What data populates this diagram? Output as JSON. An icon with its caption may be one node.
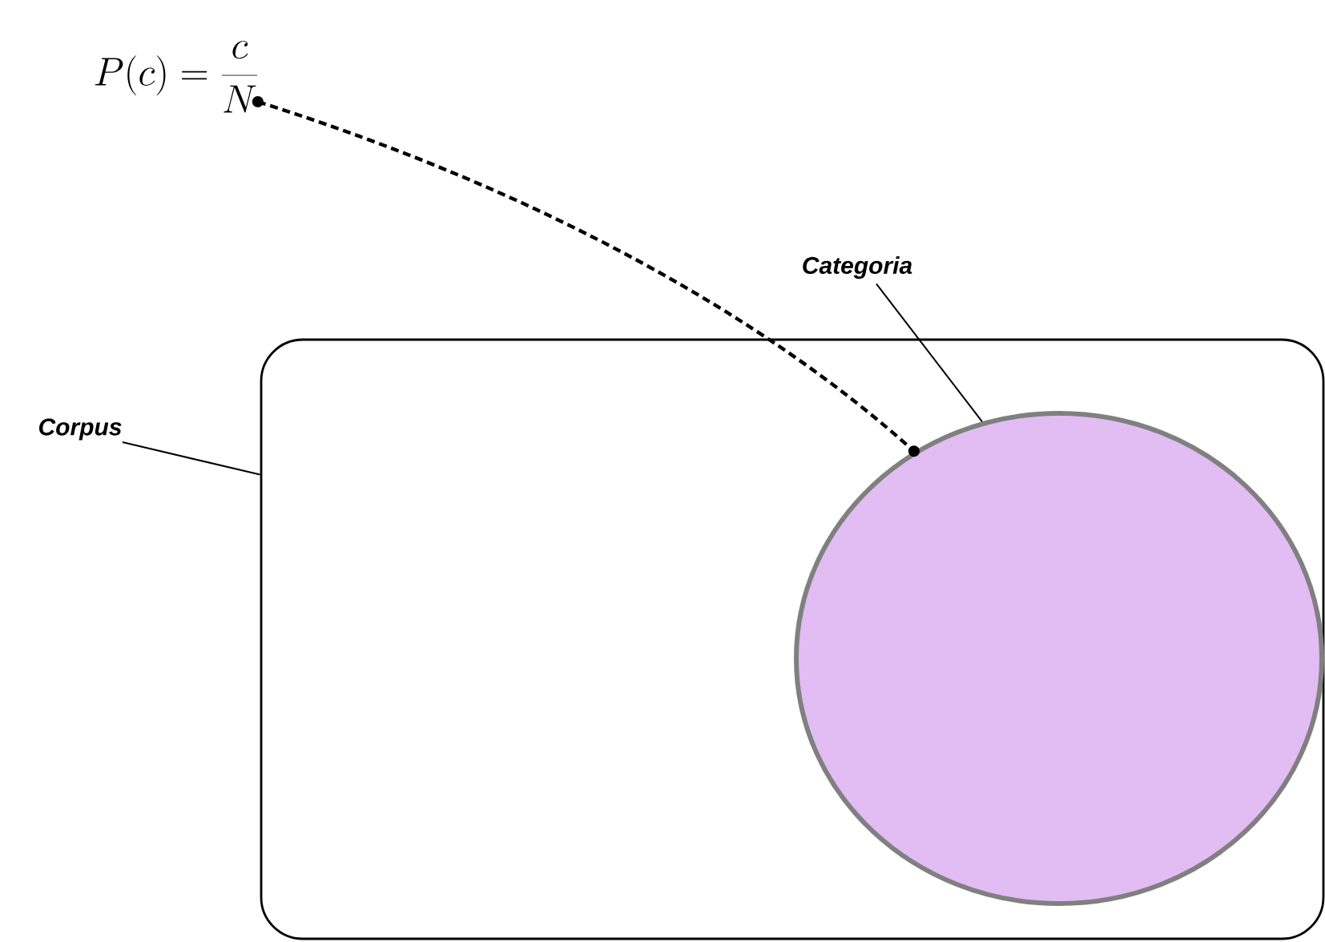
{
  "diagram": {
    "nodes": [
      {
        "text": [
          "P(c) = \\frac{c}{N}"
        ]
      },
      {
        "text": [
          "Categoria"
        ]
      },
      {
        "text": [
          "Corpus"
        ]
      },
      {
        "text": [],
        "shape": "box"
      },
      {
        "text": [],
        "shape": "circle",
        "in": 3
      }
    ],
    "edges": [
      {
        "from": 0,
        "to": 4,
        "arrow": "other",
        "style": "dashed"
      },
      {
        "from": 1,
        "to": 4,
        "arrow": "none"
      },
      {
        "from": 2,
        "to": 3,
        "arrow": "none"
      }
    ]
  }
}
